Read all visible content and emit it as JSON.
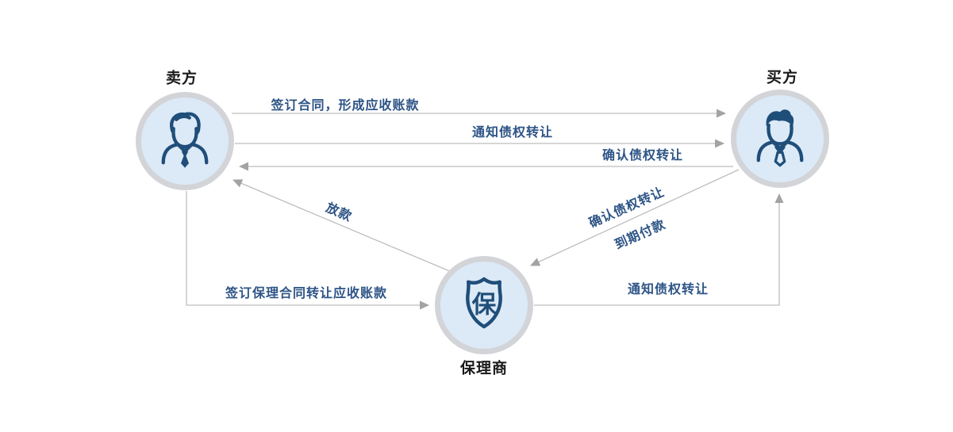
{
  "diagram_type": "factoring-process-flow",
  "colors": {
    "background": "#ffffff",
    "node_fill": "#dce9f7",
    "node_ring": "#d2d4d8",
    "icon_navy": "#1f4e79",
    "edge_label_blue": "#2d5486",
    "line_gray": "#bdbdbd",
    "arrowhead_gray": "#a3a3a3",
    "title_black": "#1a1a1a"
  },
  "nodes": {
    "seller": {
      "label": "卖方",
      "icon": "businessman-icon"
    },
    "buyer": {
      "label": "买方",
      "icon": "businessman-icon"
    },
    "factor": {
      "label": "保理商",
      "icon": "shield-icon",
      "badge_char": "保"
    }
  },
  "edges": {
    "sign_contract": {
      "label": "签订合同，形成应收账款",
      "from": "seller",
      "to": "buyer"
    },
    "notify_transfer_top": {
      "label": "通知债权转让",
      "from": "seller",
      "to": "buyer"
    },
    "confirm_transfer_top": {
      "label": "确认债权转让",
      "from": "buyer",
      "to": "seller"
    },
    "loan": {
      "label": "放款",
      "from": "factor",
      "to": "seller"
    },
    "confirm_transfer_diagonal": {
      "label": "确认债权转让",
      "from": "buyer",
      "to": "factor"
    },
    "pay_at_maturity": {
      "label": "到期付款",
      "from": "buyer",
      "to": "factor"
    },
    "factoring_contract": {
      "label": "签订保理合同转让应收账款",
      "from": "seller",
      "to": "factor"
    },
    "notify_transfer_bottom": {
      "label": "通知债权转让",
      "from": "factor",
      "to": "buyer"
    }
  }
}
